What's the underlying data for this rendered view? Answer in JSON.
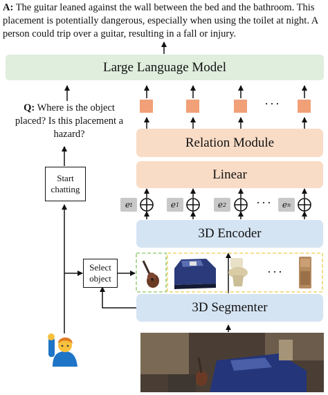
{
  "answer": {
    "prefix": "A:",
    "text": "The guitar leaned against the wall between the bed and the bathroom. This placement is potentially dangerous, especially when using the toilet at night. A person could trip over a guitar, resulting in a fall or injury."
  },
  "llm_label": "Large Language Model",
  "question": {
    "prefix": "Q:",
    "text": "Where is the object placed? Is this placement a hazard?"
  },
  "relation_label": "Relation Module",
  "linear_label": "Linear",
  "encoder_label": "3D Encoder",
  "segmenter_label": "3D Segmenter",
  "start_chatting_label": "Start chatting",
  "select_object_label": "Select object",
  "ellipsis": "···",
  "tokens": [
    {
      "base": "e",
      "sub": "t"
    },
    {
      "base": "e",
      "sub": "1"
    },
    {
      "base": "e",
      "sub": "2"
    },
    {
      "base": "e",
      "sub": "n"
    }
  ],
  "objects": [
    "guitar",
    "bed",
    "toilet",
    "cabinet"
  ],
  "colors": {
    "llm_fill": "#dfeedd",
    "peach_fill": "#f9dcc6",
    "blue_fill": "#d5e4f3",
    "token_square": "#f1a078",
    "chip_fill": "#c8c8c8",
    "highlight_dash_green": "#9ccf7e",
    "objects_dash_yellow": "#f0d36a"
  },
  "icons": {
    "user": "person-raising-hand-icon",
    "plus": "circled-plus-icon"
  }
}
